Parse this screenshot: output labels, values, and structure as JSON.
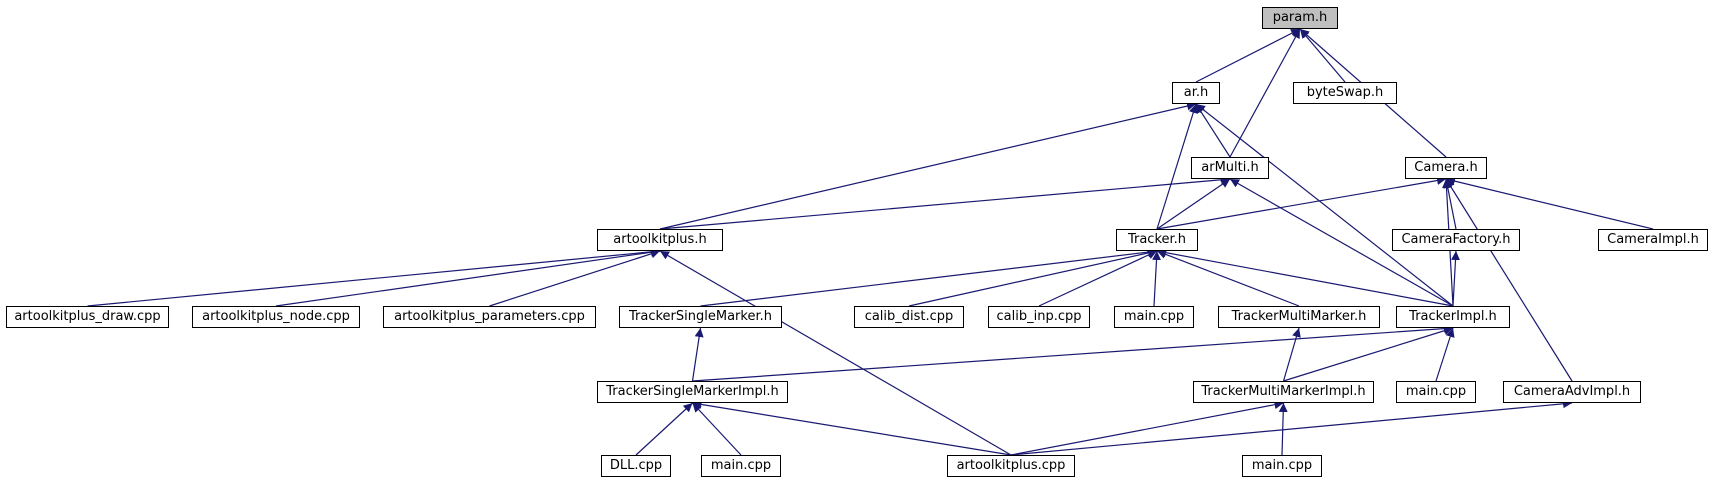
{
  "colors": {
    "edge": "#191970",
    "node_border": "#000000",
    "root_fill": "#bfbfbf",
    "node_fill": "#ffffff"
  },
  "graph": {
    "nodes": [
      {
        "id": "param",
        "label": "param.h",
        "root": true
      },
      {
        "id": "ar",
        "label": "ar.h"
      },
      {
        "id": "byteswap",
        "label": "byteSwap.h"
      },
      {
        "id": "armulti",
        "label": "arMulti.h"
      },
      {
        "id": "camera",
        "label": "Camera.h"
      },
      {
        "id": "artoolkitplus",
        "label": "artoolkitplus.h"
      },
      {
        "id": "tracker",
        "label": "Tracker.h"
      },
      {
        "id": "camerafactory",
        "label": "CameraFactory.h"
      },
      {
        "id": "cameraimpl",
        "label": "CameraImpl.h"
      },
      {
        "id": "draw",
        "label": "artoolkitplus_draw.cpp"
      },
      {
        "id": "node_cpp",
        "label": "artoolkitplus_node.cpp"
      },
      {
        "id": "parameters",
        "label": "artoolkitplus_parameters.cpp"
      },
      {
        "id": "tsm",
        "label": "TrackerSingleMarker.h"
      },
      {
        "id": "calibdist",
        "label": "calib_dist.cpp"
      },
      {
        "id": "calibinp",
        "label": "calib_inp.cpp"
      },
      {
        "id": "main1",
        "label": "main.cpp"
      },
      {
        "id": "tmm",
        "label": "TrackerMultiMarker.h"
      },
      {
        "id": "trackerimpl",
        "label": "TrackerImpl.h"
      },
      {
        "id": "tsmimpl",
        "label": "TrackerSingleMarkerImpl.h"
      },
      {
        "id": "tmmimpl",
        "label": "TrackerMultiMarkerImpl.h"
      },
      {
        "id": "main2",
        "label": "main.cpp"
      },
      {
        "id": "cameraadv",
        "label": "CameraAdvImpl.h"
      },
      {
        "id": "dll",
        "label": "DLL.cpp"
      },
      {
        "id": "main3",
        "label": "main.cpp"
      },
      {
        "id": "artcpp",
        "label": "artoolkitplus.cpp"
      },
      {
        "id": "main4",
        "label": "main.cpp"
      }
    ],
    "edges": [
      [
        "ar",
        "param"
      ],
      [
        "armulti",
        "param"
      ],
      [
        "byteswap",
        "param"
      ],
      [
        "camera",
        "param"
      ],
      [
        "armulti",
        "ar"
      ],
      [
        "artoolkitplus",
        "ar"
      ],
      [
        "tracker",
        "ar"
      ],
      [
        "trackerimpl",
        "ar"
      ],
      [
        "artoolkitplus",
        "armulti"
      ],
      [
        "tracker",
        "armulti"
      ],
      [
        "trackerimpl",
        "armulti"
      ],
      [
        "tracker",
        "camera"
      ],
      [
        "camerafactory",
        "camera"
      ],
      [
        "cameraimpl",
        "camera"
      ],
      [
        "trackerimpl",
        "camera"
      ],
      [
        "cameraadv",
        "camera"
      ],
      [
        "draw",
        "artoolkitplus"
      ],
      [
        "node_cpp",
        "artoolkitplus"
      ],
      [
        "parameters",
        "artoolkitplus"
      ],
      [
        "artcpp",
        "artoolkitplus"
      ],
      [
        "tsm",
        "tracker"
      ],
      [
        "calibdist",
        "tracker"
      ],
      [
        "calibinp",
        "tracker"
      ],
      [
        "main1",
        "tracker"
      ],
      [
        "tmm",
        "tracker"
      ],
      [
        "trackerimpl",
        "tracker"
      ],
      [
        "trackerimpl",
        "camerafactory"
      ],
      [
        "tsmimpl",
        "tsm"
      ],
      [
        "tmmimpl",
        "tmm"
      ],
      [
        "tsmimpl",
        "trackerimpl"
      ],
      [
        "tmmimpl",
        "trackerimpl"
      ],
      [
        "main2",
        "trackerimpl"
      ],
      [
        "dll",
        "tsmimpl"
      ],
      [
        "main3",
        "tsmimpl"
      ],
      [
        "artcpp",
        "tsmimpl"
      ],
      [
        "artcpp",
        "tmmimpl"
      ],
      [
        "main4",
        "tmmimpl"
      ],
      [
        "artcpp",
        "cameraadv"
      ]
    ]
  }
}
